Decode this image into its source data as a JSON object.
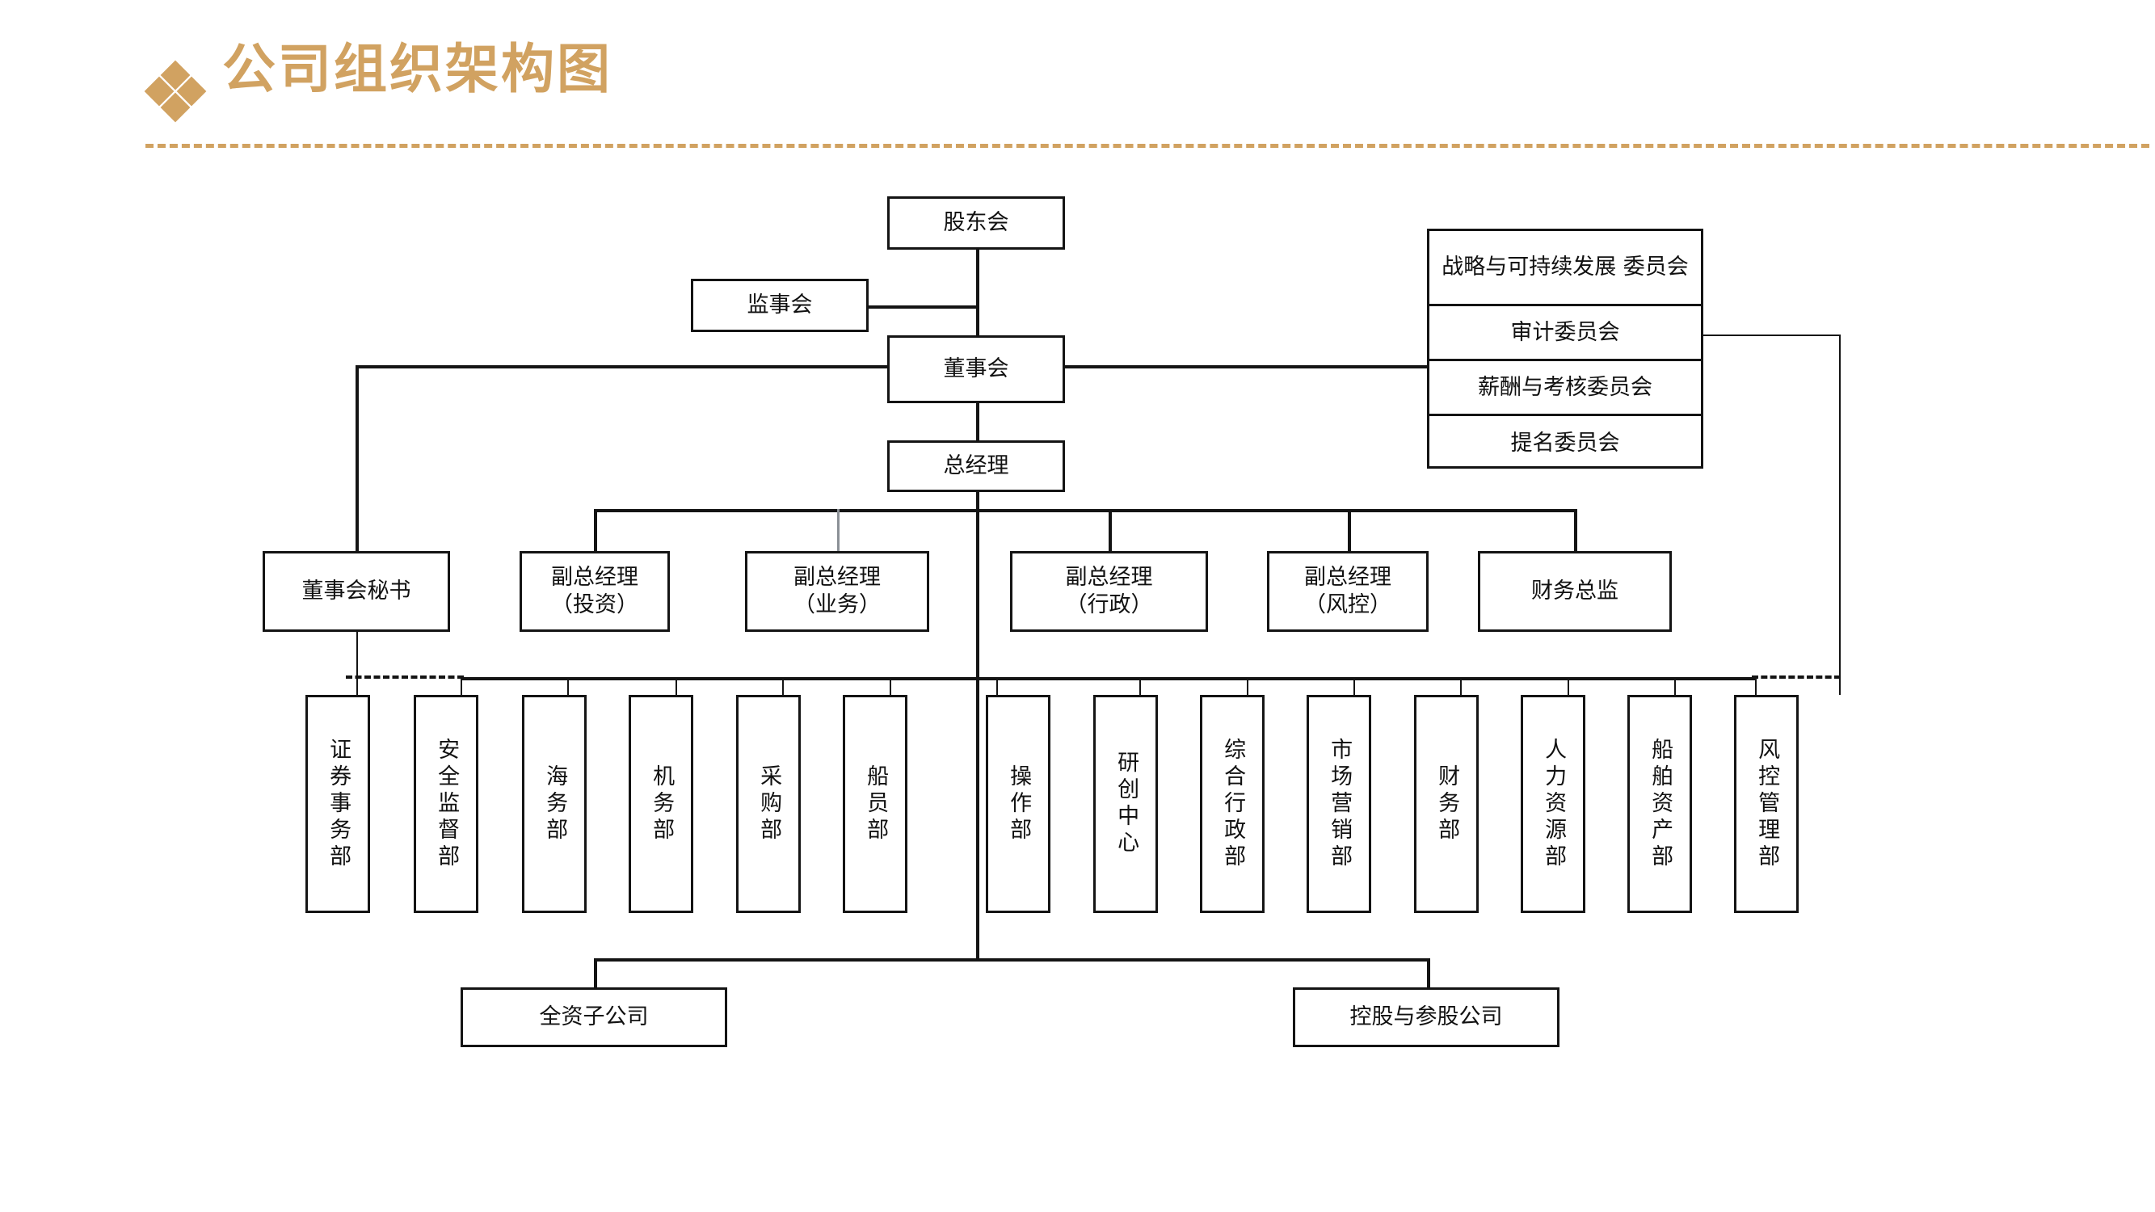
{
  "header": {
    "bullet_icon": "diamond-cluster-icon",
    "title": "公司组织架构图",
    "accent_color": "#d1a261"
  },
  "chart_data": {
    "type": "org-chart",
    "title": "公司组织架构图",
    "nodes": {
      "shareholders": "股东会",
      "supervisory_board": "监事会",
      "board": "董事会",
      "general_manager": "总经理",
      "board_secretary": "董事会秘书",
      "cfo": "财务总监"
    },
    "committees": [
      "战略与可持续发展\n委员会",
      "审计委员会",
      "薪酬与考核委员会",
      "提名委员会"
    ],
    "vice_presidents": [
      "副总经理\n（投资）",
      "副总经理\n（业务）",
      "副总经理\n（行政）",
      "副总经理\n（风控）"
    ],
    "departments": [
      "证券事务部",
      "安全监督部",
      "海务部",
      "机务部",
      "采购部",
      "船员部",
      "操作部",
      "研创中心",
      "综合行政部",
      "市场营销部",
      "财务部",
      "人力资源部",
      "船舶资产部",
      "风控管理部"
    ],
    "subsidiaries": [
      "全资子公司",
      "控股与参股公司"
    ]
  }
}
